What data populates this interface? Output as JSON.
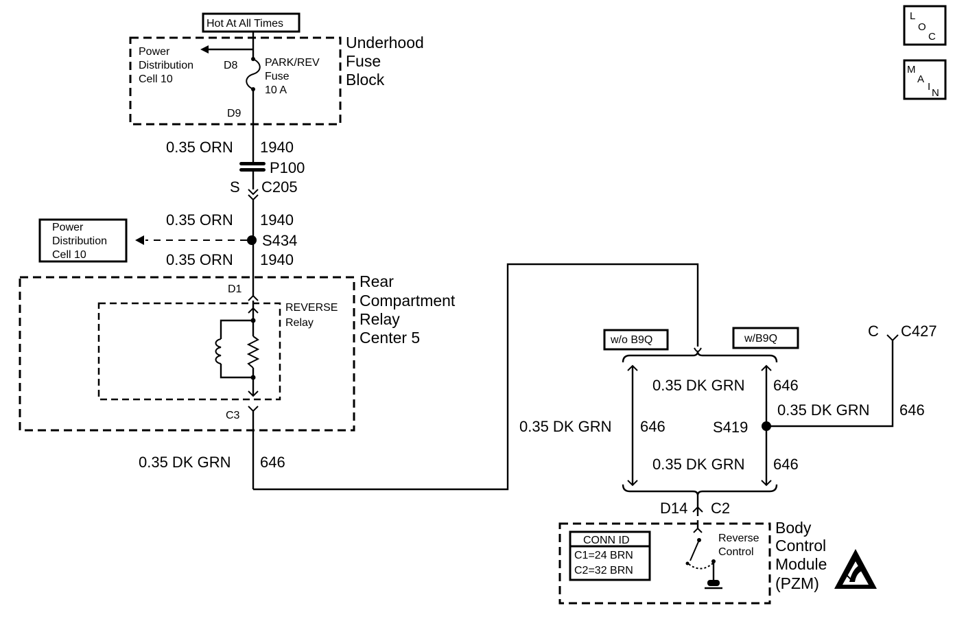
{
  "labels": {
    "hot_at_all_times": "Hot At All Times",
    "underhood_fuse_block": [
      "Underhood",
      "Fuse",
      "Block"
    ],
    "power_dist_top": [
      "Power",
      "Distribution",
      "Cell 10"
    ],
    "d8": "D8",
    "fuse": [
      "PARK/REV",
      "Fuse",
      "10 A"
    ],
    "d9": "D9",
    "wire1_gauge": "0.35 ORN",
    "wire1_circuit": "1940",
    "p100": "P100",
    "s_pin": "S",
    "c205": "C205",
    "wire2_gauge": "0.35 ORN",
    "wire2_circuit": "1940",
    "power_dist_left": [
      "Power",
      "Distribution",
      "Cell 10"
    ],
    "s434": "S434",
    "wire3_gauge": "0.35 ORN",
    "wire3_circuit": "1940",
    "d1": "D1",
    "reverse_relay": [
      "REVERSE",
      "Relay"
    ],
    "rear_compartment": [
      "Rear",
      "Compartment",
      "Relay",
      "Center 5"
    ],
    "c3": "C3",
    "wire4_gauge": "0.35 DK GRN",
    "wire4_circuit": "646",
    "wo_b9q": "w/o B9Q",
    "w_b9q": "w/B9Q",
    "c_pin": "C",
    "c427": "C427",
    "wire5_gauge": "0.35 DK GRN",
    "wire5_circuit": "646",
    "wire6_gauge": "0.35 DK GRN",
    "wire6_circuit": "646",
    "wire7_gauge": "0.35 DK GRN",
    "wire7_circuit": "646",
    "s419": "S419",
    "wire8_gauge": "0.35 DK GRN",
    "wire8_circuit": "646",
    "d14": "D14",
    "c2": "C2",
    "conn_id": "CONN ID",
    "c1_brn": "C1=24 BRN",
    "c2_brn": "C2=32 BRN",
    "reverse_control": [
      "Reverse",
      "Control"
    ],
    "bcm": [
      "Body",
      "Control",
      "Module",
      "(PZM)"
    ],
    "loc": [
      "L",
      "O",
      "C"
    ],
    "main": [
      "M",
      "A",
      "I",
      "N"
    ]
  },
  "icons": [
    "esd-warning-icon",
    "ground-icon",
    "fuse-icon",
    "coil-icon",
    "resistor-icon",
    "switch-icon"
  ]
}
